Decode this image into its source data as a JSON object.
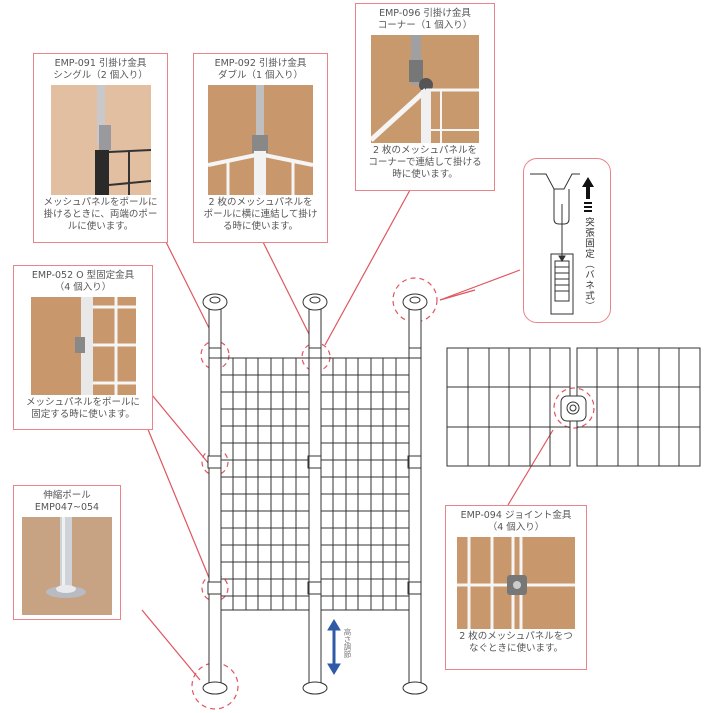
{
  "callouts": {
    "emp091": {
      "title": "EMP-091 引掛け金具\nシングル（2 個入り）",
      "description": "メッシュパネルをポールに\n掛けるときに、両端のポー\nルに使います。"
    },
    "emp092": {
      "title": "EMP-092 引掛け金具\nダブル（1 個入り）",
      "description": "2 枚のメッシュパネルを\nポールに横に連結して掛け\nる時に使います。"
    },
    "emp096": {
      "title": "EMP-096 引掛け金具\nコーナー（1 個入り）",
      "description": "2 枚のメッシュパネルを\nコーナーで連結して掛ける\n時に使います。"
    },
    "emp052": {
      "title": "EMP-052 O 型固定金具\n（4 個入り）",
      "description": "メッシュパネルをポールに\n固定する時に使います。"
    },
    "pole": {
      "title": "伸縮ポール\nEMP047~054"
    },
    "spring": {
      "label": "突張固定（バネ式）",
      "arrow": "up-arrow-icon"
    },
    "emp094": {
      "title": "EMP-094 ジョイント金具\n（4 個入り）",
      "description": "2 枚のメッシュパネルをつ\nなぐときに使います。"
    }
  },
  "diagram": {
    "height_adjust_label": "高さ調節",
    "colors": {
      "callout_border": "#e8848a",
      "leader_line": "#e0555e",
      "arrow_blue": "#2e5aa8",
      "line_art": "#333333",
      "photo_bg": "#d8a87e"
    }
  }
}
